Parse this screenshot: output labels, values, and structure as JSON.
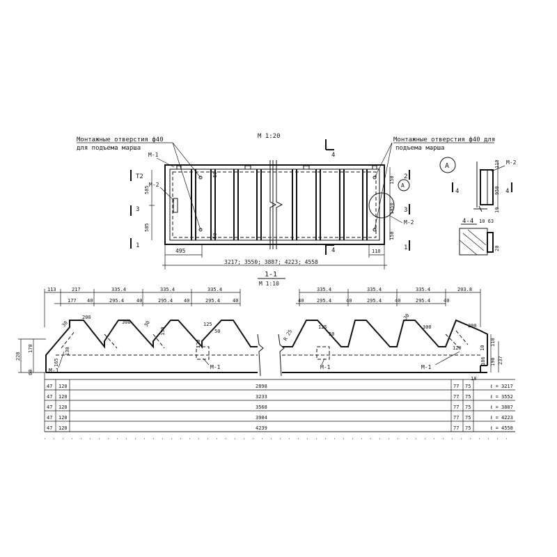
{
  "plan": {
    "scale_label": "M 1:20",
    "note_left_line1": "Монтажные отверстия ф40",
    "note_left_line2": "для подъема марша",
    "note_right_line1": "Монтажные отверстия ф40 для",
    "note_right_line2": "подъема марша",
    "mark_m1": "M-1",
    "mark_m2_left": "M-2",
    "mark_m2_right": "M-2",
    "section_4": "4",
    "section_2": "2",
    "section_3_left": "3",
    "section_3_right": "3",
    "section_1_left": "1",
    "section_1_right": "1",
    "section_4_bottom": "4",
    "dim_585_top": "585",
    "dim_585_bottom": "585",
    "dim_50_top": "50",
    "dim_50_bottom": "50",
    "dim_150_top": "150",
    "dim_150_bottom": "150",
    "dim_1050": "1050",
    "dim_495": "495",
    "dim_110": "110",
    "overall_lengths": "3217; 3550; 3887; 4223; 4558",
    "callout_a": "A"
  },
  "detail_a": {
    "label": "A",
    "mark": "M-2",
    "dim_110": "110",
    "dim_950": "950",
    "dim_10": "10",
    "sec_left": "4",
    "sec_right": "4",
    "section_label": "4-4",
    "dim_10_63": "10 63",
    "dim_20": "20"
  },
  "section": {
    "title": "1-1",
    "scale": "M 1:10",
    "dims_top_left": [
      "113",
      "217",
      "335.4",
      "335.4",
      "335.4"
    ],
    "dims_second_left": [
      "177",
      "40",
      "295.4",
      "40",
      "295.4",
      "40",
      "295.4",
      "40"
    ],
    "dims_top_right": [
      "335.4",
      "335.4",
      "335.4",
      "203.8"
    ],
    "dims_second_right": [
      "40",
      "295.4",
      "40",
      "295.4",
      "40",
      "295.4",
      "40"
    ],
    "step_200_left": "200",
    "step_300_left": "300",
    "step_150_left": "150",
    "step_30_a": "30",
    "step_30_b": "30",
    "step_125_left": "125",
    "step_50_left": "50",
    "step_120_left": "120",
    "r25": "R 25",
    "step_125_right": "125",
    "step_50_right": "50",
    "step_30_right": "30",
    "step_300_right": "300",
    "step_200_right": "200",
    "step_120_right": "120",
    "m1_left": "M-1",
    "m1_mid": "M-1",
    "m1_mid_right": "M-1",
    "m1_right": "M-1",
    "left_228": "228",
    "left_170": "170",
    "left_60": "60",
    "left_130": "130",
    "left_165": "165",
    "right_110": "110",
    "right_198": "198",
    "right_186": "186",
    "right_237": "237",
    "right_18": "18",
    "right_10": "10"
  },
  "table": {
    "rows": [
      {
        "a": "47",
        "b": "120",
        "len": "2898",
        "c": "77",
        "d": "75",
        "l": "ℓ = 3217"
      },
      {
        "a": "47",
        "b": "120",
        "len": "3233",
        "c": "77",
        "d": "75",
        "l": "ℓ = 3552"
      },
      {
        "a": "47",
        "b": "120",
        "len": "3568",
        "c": "77",
        "d": "75",
        "l": "ℓ = 3887"
      },
      {
        "a": "47",
        "b": "120",
        "len": "3904",
        "c": "77",
        "d": "75",
        "l": "ℓ = 4223"
      },
      {
        "a": "47",
        "b": "120",
        "len": "4239",
        "c": "77",
        "d": "75",
        "l": "ℓ = 4558"
      }
    ]
  }
}
